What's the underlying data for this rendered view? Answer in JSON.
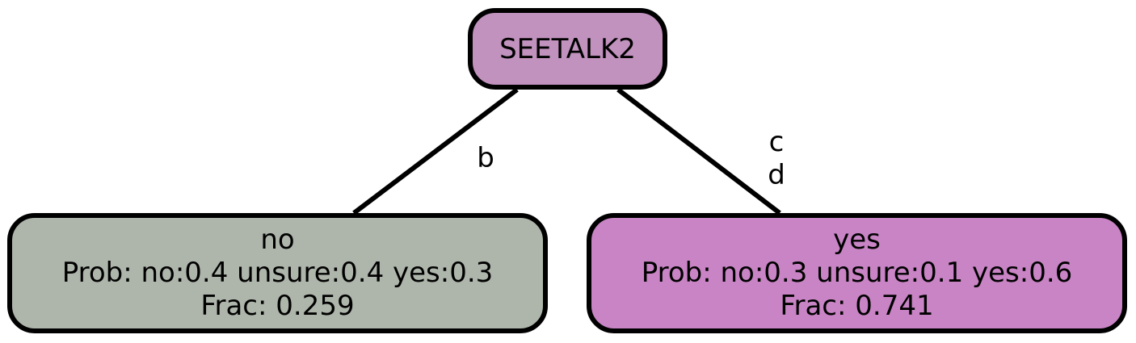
{
  "colors": {
    "root_fill": "#c192be",
    "leaf_no_fill": "#aeb6ab",
    "leaf_yes_fill": "#c884c4",
    "stroke": "#000000"
  },
  "root": {
    "label": "SEETALK2"
  },
  "edges": [
    {
      "label_lines": [
        "b"
      ]
    },
    {
      "label_lines": [
        "c",
        "d"
      ]
    }
  ],
  "leaves": [
    {
      "title": "no",
      "prob": "Prob: no:0.4 unsure:0.4 yes:0.3",
      "frac": "Frac: 0.259"
    },
    {
      "title": "yes",
      "prob": "Prob: no:0.3 unsure:0.1 yes:0.6",
      "frac": "Frac: 0.741"
    }
  ]
}
